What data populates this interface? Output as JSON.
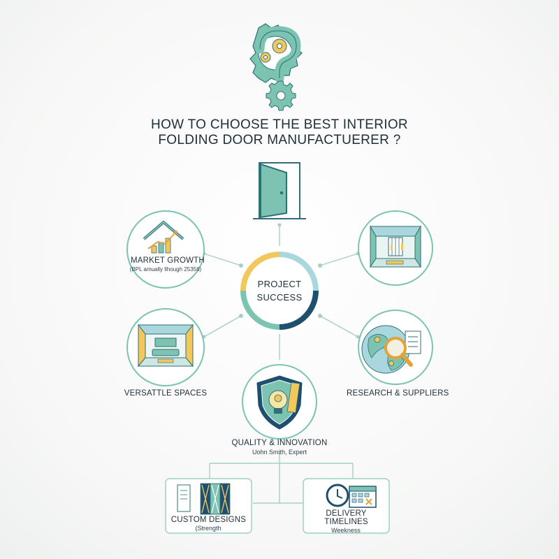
{
  "title": {
    "line1": "HOW TO CHOOSE THE BEST INTERIOR",
    "line2": "FOLDING DOOR MANUFACTUERER ?"
  },
  "center": {
    "line1": "PROJECT",
    "line2": "SUCCESS"
  },
  "nodes": {
    "market_growth": {
      "label": "MARKET GROWTH",
      "sub": "(BPL amually llhough 25356)"
    },
    "versatile_spaces": {
      "label": "VERSATTLE SPACES"
    },
    "research_suppliers": {
      "label": "RESEARCH & SUPPLIERS"
    },
    "quality_innovation": {
      "label": "QUALITY & INNOVATION",
      "sub": "Uohn Smith, Expert"
    },
    "custom_designs": {
      "label": "CUSTOM DESIGNS",
      "sub": "(Strength"
    },
    "delivery_timelines": {
      "label_line1": "DELIVERY",
      "label_line2": "TIMELINES",
      "sub": "Weekness"
    }
  },
  "icons": {
    "header": "question-gears-icon",
    "door": "door-icon",
    "market_growth": "house-growth-chart-icon",
    "showroom": "showroom-interior-icon",
    "versatile_spaces": "living-room-icon",
    "research_suppliers": "globe-magnifier-icon",
    "quality_innovation": "shield-lightbulb-icon",
    "custom_designs": "door-panels-icon",
    "delivery_timelines": "clock-calendar-icon"
  },
  "colors": {
    "teal": "#7cc3b2",
    "teal_dark": "#2f6f77",
    "navy": "#1f4f6e",
    "yellow": "#f2c75b",
    "light_blue": "#a9d7dd",
    "line": "#a6cfc6",
    "text": "#1f2f3a"
  }
}
